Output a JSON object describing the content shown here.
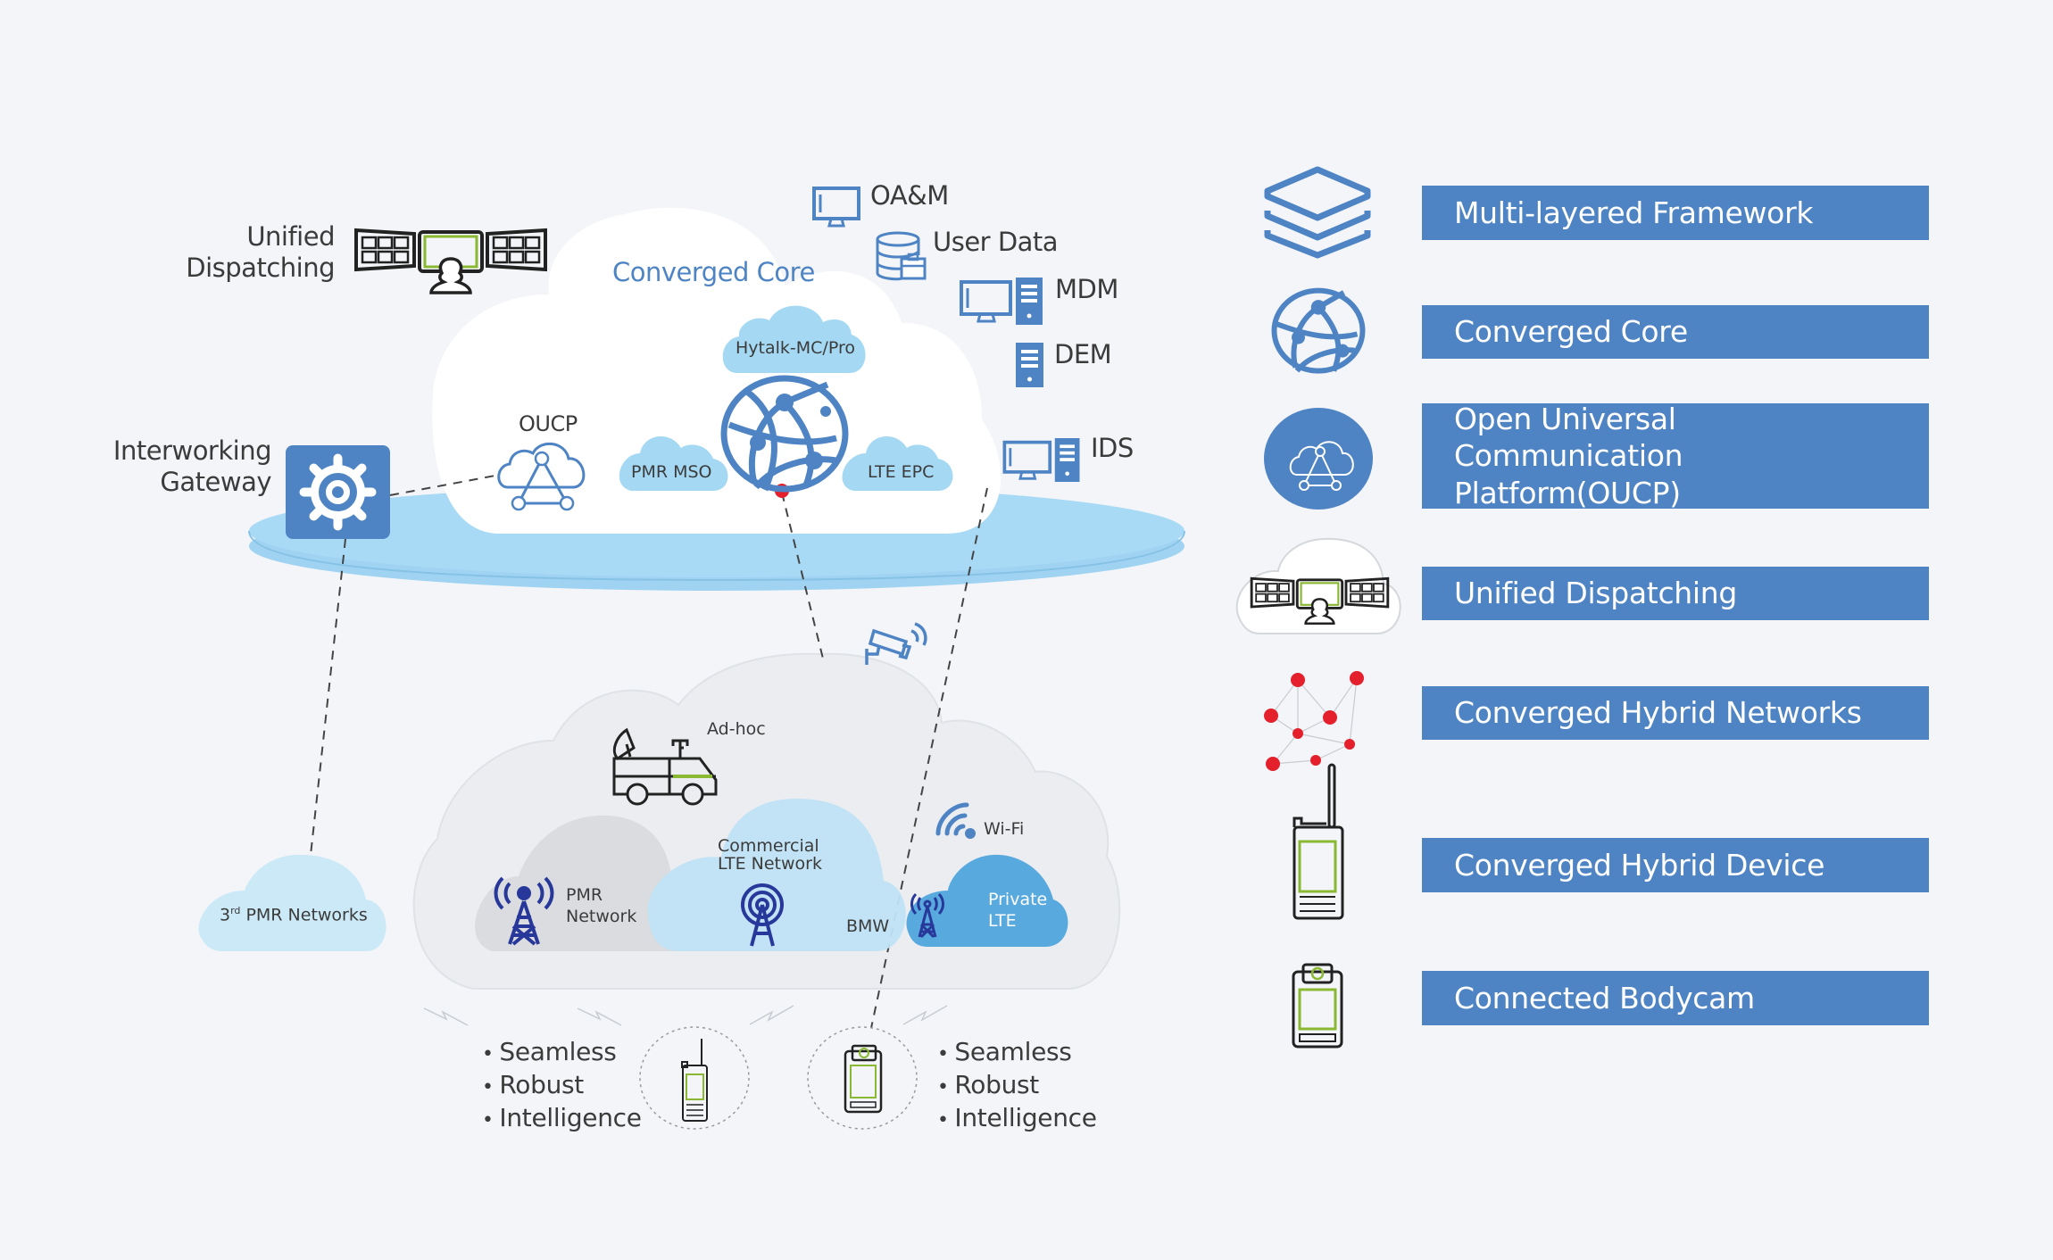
{
  "diagram": {
    "unified_dispatching_label": [
      "Unified",
      "Dispatching"
    ],
    "interworking_gateway_label": [
      "Interworking",
      "Gateway"
    ],
    "converged_core_title": "Converged Core",
    "core_components": {
      "hytalk": "Hytalk-MC/Pro",
      "pmr_mso": "PMR MSO",
      "lte_epc": "LTE EPC",
      "oucp": "OUCP"
    },
    "services": [
      {
        "label": "OA&M",
        "icon": "monitor-icon"
      },
      {
        "label": "User Data",
        "icon": "database-icon"
      },
      {
        "label": "MDM",
        "icon": "workstation-icon"
      },
      {
        "label": "DEM",
        "icon": "server-icon"
      },
      {
        "label": "IDS",
        "icon": "workstation-icon"
      }
    ],
    "access_networks": {
      "adhoc": "Ad-hoc",
      "pmr_network": [
        "PMR",
        "Network"
      ],
      "commercial_lte": [
        "Commercial",
        "LTE Network"
      ],
      "bmw": "BMW",
      "wifi": "Wi-Fi",
      "private_lte": [
        "Private",
        "LTE"
      ],
      "third_pmr": {
        "prefix": "3",
        "sup": "rd",
        "rest": " PMR Networks"
      }
    },
    "device_features_left": [
      "Seamless",
      "Robust",
      "Intelligence"
    ],
    "device_features_right": [
      "Seamless",
      "Robust",
      "Intelligence"
    ]
  },
  "legend": [
    {
      "label": "Multi-layered  Framework",
      "icon": "layers-icon"
    },
    {
      "label": "Converged Core",
      "icon": "globe-network-icon"
    },
    {
      "label": "Open Universal Communication Platform(OUCP)",
      "icon": "cloud-platform-icon"
    },
    {
      "label": "Unified Dispatching",
      "icon": "dispatch-console-icon"
    },
    {
      "label": "Converged  Hybrid  Networks",
      "icon": "mesh-network-icon"
    },
    {
      "label": "Converged Hybrid Device",
      "icon": "radio-device-icon"
    },
    {
      "label": "Connected Bodycam",
      "icon": "bodycam-icon"
    }
  ],
  "colors": {
    "background": "#f3f5f8",
    "brand_blue": "#4f84c4",
    "light_blue": "#a5d8f3",
    "accent_red": "#e3202c",
    "accent_green": "#8ab833"
  }
}
